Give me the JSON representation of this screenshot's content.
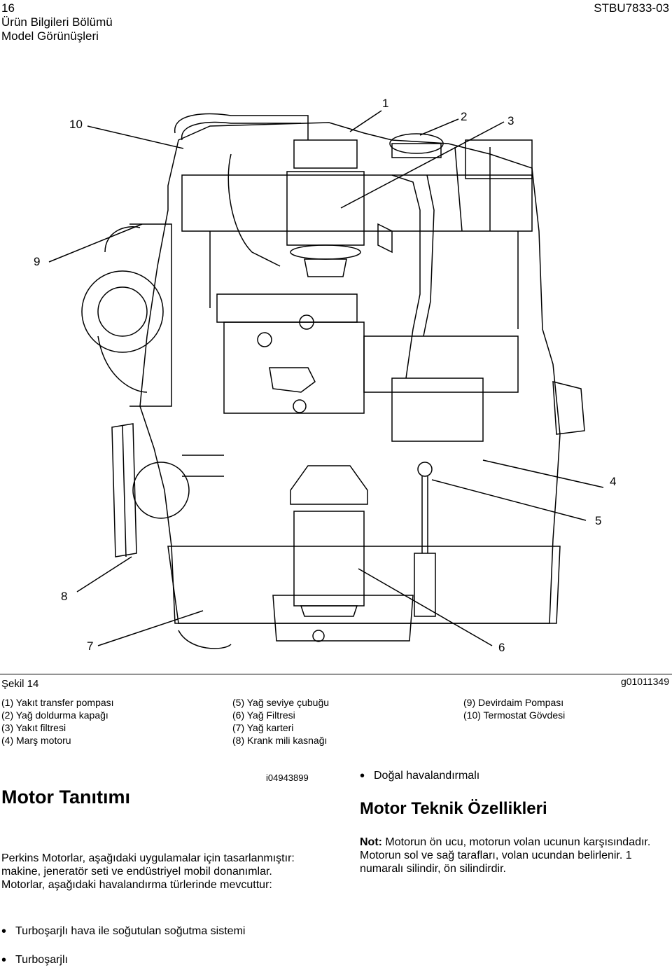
{
  "header": {
    "page_number": "16",
    "section": "Ürün Bilgileri Bölümü",
    "subsection": "Model Görünüşleri",
    "doc_code": "STBU7833-03"
  },
  "figure": {
    "callouts": [
      "1",
      "2",
      "3",
      "4",
      "5",
      "6",
      "7",
      "8",
      "9",
      "10"
    ],
    "caption": "Şekil 14",
    "graphic_id": "g01011349",
    "legend_col1": [
      "(1) Yakıt transfer pompası",
      "(2) Yağ doldurma kapağı",
      "(3) Yakıt filtresi",
      "(4) Marş motoru"
    ],
    "legend_col2": [
      "(5) Yağ seviye çubuğu",
      "(6) Yağ Filtresi",
      "(7) Yağ karteri",
      "(8) Krank mili kasnağı"
    ],
    "legend_col3": [
      "(9) Devirdaim Pompası",
      "(10) Termostat Gövdesi"
    ]
  },
  "motor_intro": {
    "title": "Motor Tanıtımı",
    "ref": "i04943899",
    "paragraph": "Perkins Motorlar, aşağıdaki uygulamalar için tasarlanmıştır: makine, jeneratör seti ve endüstriyel mobil donanımlar. Motorlar, aşağıdaki havalandırma türlerinde mevcuttur:",
    "bullets": [
      "Turboşarjlı hava ile soğutulan soğutma sistemi",
      "Turboşarjlı",
      "Doğal havalandırmalı"
    ]
  },
  "specs": {
    "title": "Motor Teknik Özellikleri",
    "note_label": "Not:",
    "note_text": " Motorun ön ucu, motorun volan ucunun karşısındadır. Motorun sol ve sağ tarafları, volan ucundan belirlenir. 1 numaralı silindir, ön silindirdir."
  }
}
